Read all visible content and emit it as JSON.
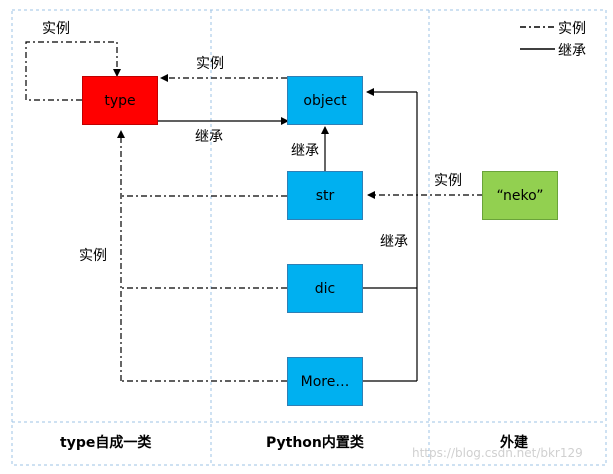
{
  "legend": {
    "instance_label": "实例",
    "inherit_label": "继承"
  },
  "nodes": {
    "type": "type",
    "object": "object",
    "str": "str",
    "dic": "dic",
    "more": "More…",
    "neko": "“neko”"
  },
  "edge_labels": {
    "type_self_instance": "实例",
    "object_to_type_instance": "实例",
    "type_to_object_inherit": "继承",
    "str_to_object_inherit": "继承",
    "neko_to_str_instance": "实例",
    "subclasses_inherit": "继承",
    "classes_to_type_instance": "实例"
  },
  "sections": {
    "left": "type自成一类",
    "middle": "Python内置类",
    "right": "外建"
  },
  "watermark": "https://blog.csdn.net/bkr129",
  "colors": {
    "type_fill": "#ff0000",
    "builtin_fill": "#00b0f0",
    "custom_fill": "#92d050",
    "divider": "#9dc3e6"
  }
}
